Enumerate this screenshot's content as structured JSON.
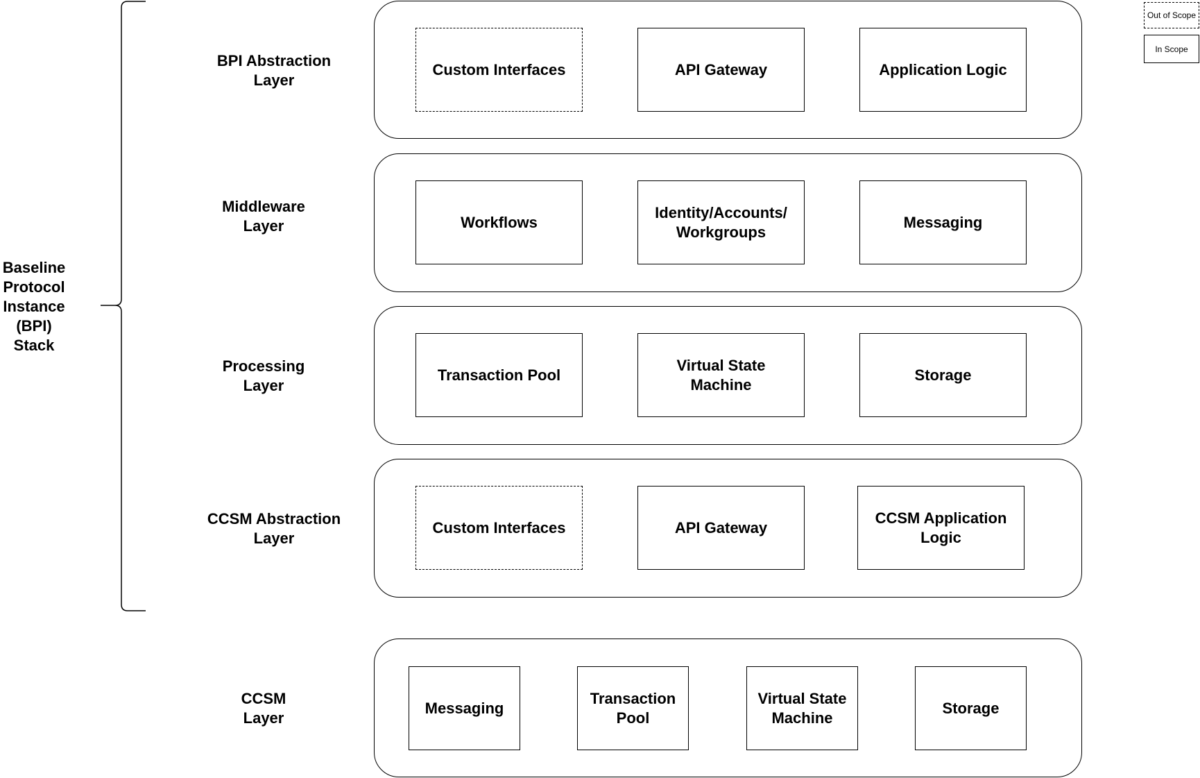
{
  "stack": {
    "label": "Baseline\nProtocol\nInstance\n(BPI)\nStack"
  },
  "legend": {
    "out_of_scope": "Out of Scope",
    "in_scope": "In Scope"
  },
  "layers": [
    {
      "label": "BPI Abstraction\nLayer",
      "components": [
        {
          "label": "Custom Interfaces",
          "scope": "out"
        },
        {
          "label": "API Gateway",
          "scope": "in"
        },
        {
          "label": "Application Logic",
          "scope": "in"
        }
      ]
    },
    {
      "label": "Middleware\nLayer",
      "components": [
        {
          "label": "Workflows",
          "scope": "in"
        },
        {
          "label": "Identity/Accounts/\nWorkgroups",
          "scope": "in"
        },
        {
          "label": "Messaging",
          "scope": "in"
        }
      ]
    },
    {
      "label": "Processing\nLayer",
      "components": [
        {
          "label": "Transaction Pool",
          "scope": "in"
        },
        {
          "label": "Virtual State\nMachine",
          "scope": "in"
        },
        {
          "label": "Storage",
          "scope": "in"
        }
      ]
    },
    {
      "label": "CCSM Abstraction\nLayer",
      "components": [
        {
          "label": "Custom Interfaces",
          "scope": "out"
        },
        {
          "label": "API Gateway",
          "scope": "in"
        },
        {
          "label": "CCSM Application\nLogic",
          "scope": "in"
        }
      ]
    },
    {
      "label": "CCSM\nLayer",
      "components": [
        {
          "label": "Messaging",
          "scope": "in"
        },
        {
          "label": "Transaction\nPool",
          "scope": "in"
        },
        {
          "label": "Virtual State\nMachine",
          "scope": "in"
        },
        {
          "label": "Storage",
          "scope": "in"
        }
      ]
    }
  ]
}
